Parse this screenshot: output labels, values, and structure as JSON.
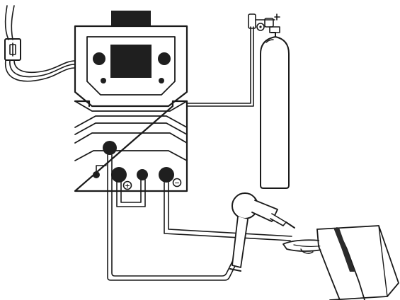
{
  "diagram": {
    "components": [
      {
        "id": "wall-outlet",
        "label": ""
      },
      {
        "id": "power-cord",
        "label": ""
      },
      {
        "id": "welder-machine",
        "label": ""
      },
      {
        "id": "gas-cylinder",
        "label": ""
      },
      {
        "id": "gas-regulator",
        "label": ""
      },
      {
        "id": "tig-torch",
        "label": ""
      },
      {
        "id": "ground-clamp",
        "label": ""
      },
      {
        "id": "workpiece",
        "label": ""
      }
    ],
    "terminals": {
      "positive_symbol": "+",
      "negative_symbol": "−"
    },
    "colors": {
      "line": "#1a1a1a",
      "background": "#ffffff",
      "panel_dark": "#1f1f1f",
      "weld_bead": "#2b2b2b"
    }
  }
}
